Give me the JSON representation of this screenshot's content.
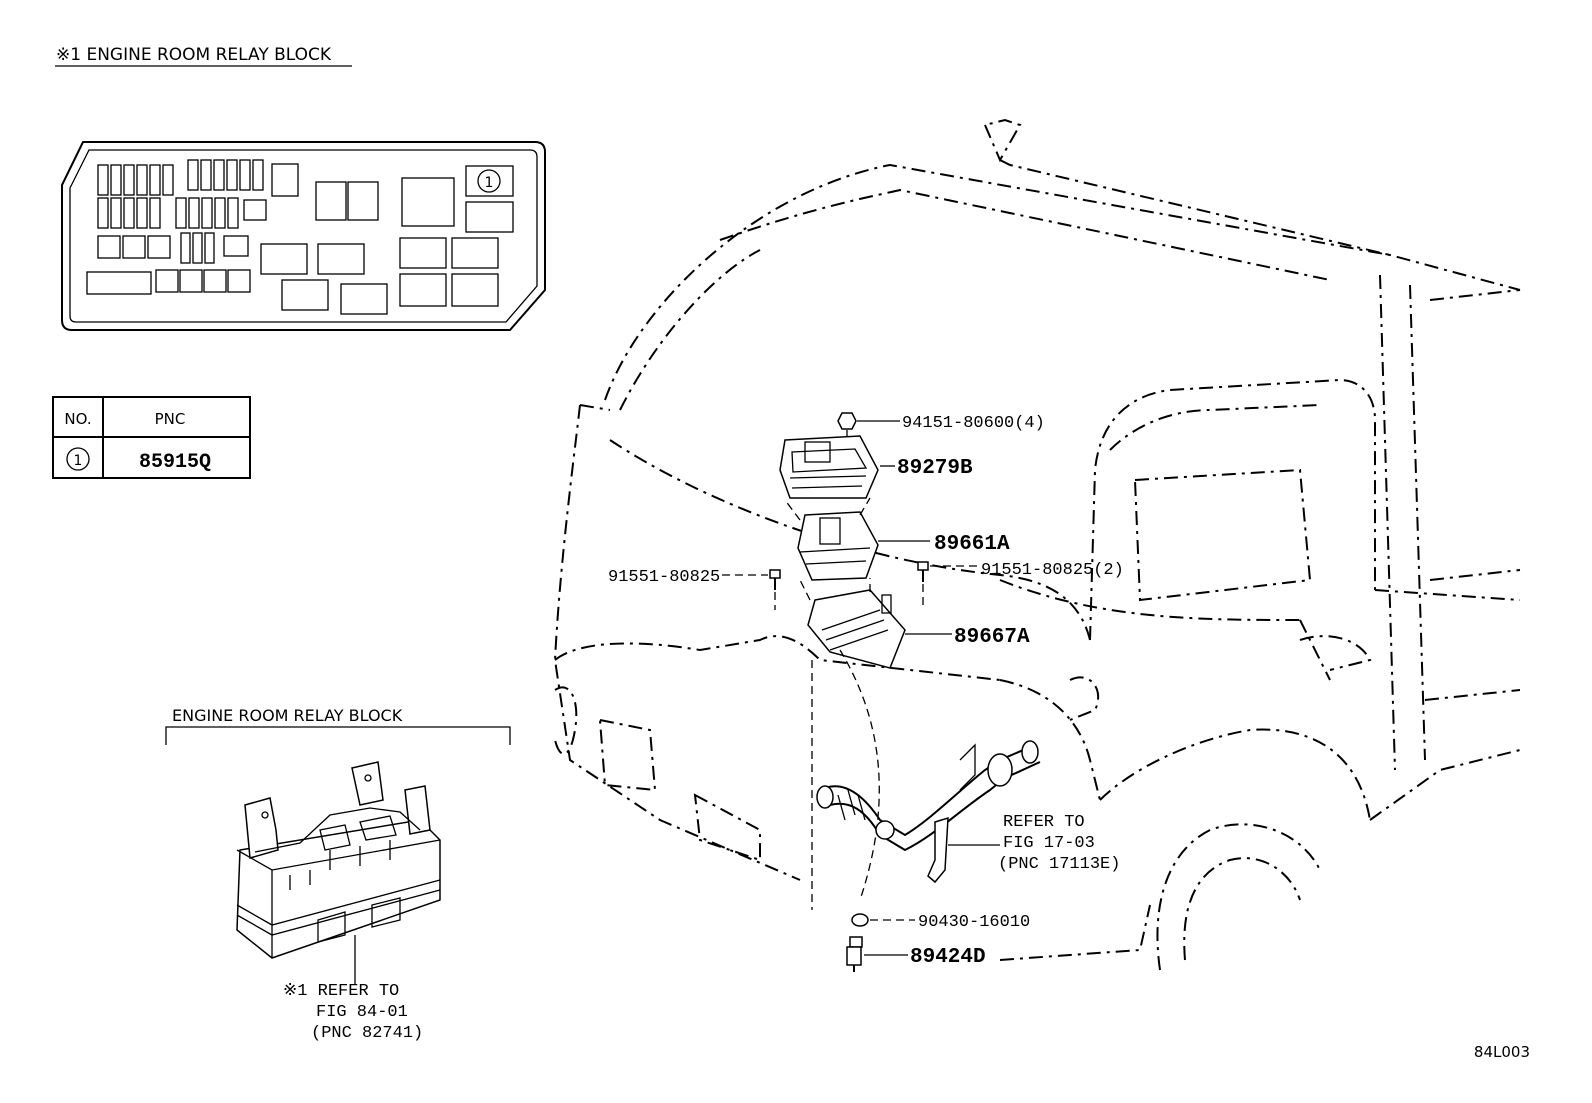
{
  "header": {
    "title": "※1 ENGINE ROOM RELAY BLOCK"
  },
  "table": {
    "headers": [
      "NO.",
      "PNC"
    ],
    "rows": [
      {
        "no": "1",
        "pnc": "85915Q"
      }
    ]
  },
  "relay_block": {
    "callout": "1",
    "view_label": "ENGINE ROOM RELAY BLOCK",
    "refer": [
      "※1 REFER TO",
      "FIG 84-01",
      "(PNC 82741)"
    ]
  },
  "parts": {
    "nut": "94151-80600(4)",
    "cover": "89279B",
    "ecu": "89661A",
    "screw_left": "91551-80825",
    "screw_right": "91551-80825(2)",
    "bracket": "89667A",
    "gasket": "90430-16010",
    "sensor": "89424D"
  },
  "refer_exhaust": [
    "REFER TO",
    "FIG 17-03",
    "(PNC 17113E)"
  ],
  "figure_code": "84L003"
}
